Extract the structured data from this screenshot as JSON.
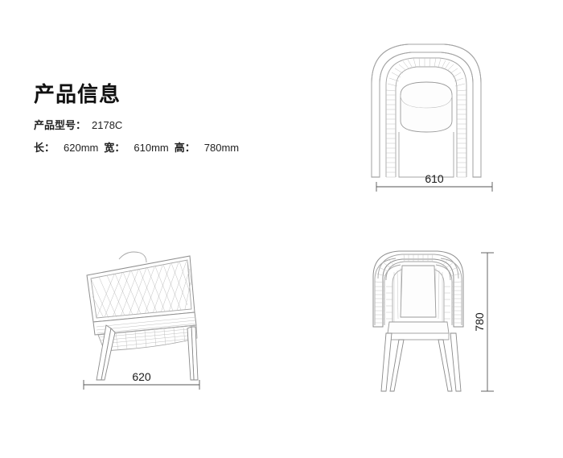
{
  "document": {
    "title": "产品信息",
    "background_color": "#ffffff",
    "line_color": "#9a9a9a",
    "text_color": "#1a1a1a"
  },
  "specs": {
    "model_label": "产品型号：",
    "model_value": "2178C",
    "length_label": "长：",
    "length_value": "620mm",
    "width_label": "宽：",
    "width_value": "610mm",
    "height_label": "高：",
    "height_value": "780mm"
  },
  "views": [
    {
      "id": "top",
      "name": "top-view",
      "dimension_value": "610",
      "dimension_orientation": "horizontal"
    },
    {
      "id": "side",
      "name": "side-view",
      "dimension_value": "620",
      "dimension_orientation": "horizontal"
    },
    {
      "id": "front",
      "name": "front-view",
      "dimension_value": "780",
      "dimension_orientation": "vertical"
    }
  ],
  "dimensions": {
    "top_view": "610",
    "side_view": "620",
    "front_view": "780"
  }
}
